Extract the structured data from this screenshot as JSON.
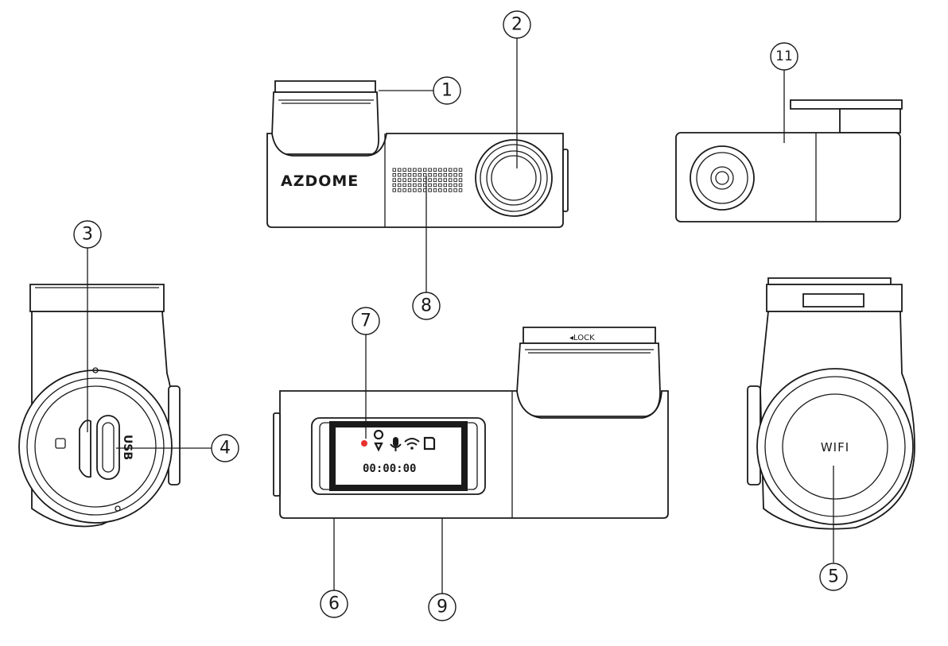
{
  "branding": {
    "logo_text": "AZDOME",
    "lock_label": "◂LOCK",
    "usb_label": "USB",
    "wifi_label": "WIFI",
    "screen_timer": "00:00:00"
  },
  "callouts": [
    {
      "id": "1",
      "text": "①"
    },
    {
      "id": "2",
      "text": "②"
    },
    {
      "id": "3",
      "text": "③"
    },
    {
      "id": "4",
      "text": "④"
    },
    {
      "id": "5",
      "text": "⑤"
    },
    {
      "id": "6",
      "text": "⑥"
    },
    {
      "id": "7",
      "text": "⑦"
    },
    {
      "id": "8",
      "text": "⑧"
    },
    {
      "id": "9",
      "text": "⑨"
    },
    {
      "id": "11",
      "text": "⑪"
    }
  ],
  "screen_icons": [
    "record-dot-icon",
    "gps-pin-icon",
    "microphone-icon",
    "wifi-signal-icon",
    "sd-card-icon"
  ],
  "colors": {
    "line": "#1a1a1a",
    "record_dot": "#e8312f",
    "screen": "#222222"
  }
}
